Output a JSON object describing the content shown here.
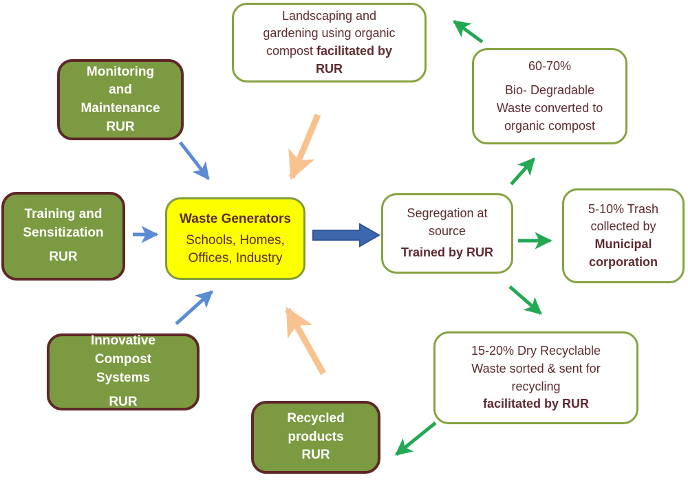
{
  "nodes": {
    "landscaping": {
      "text": "Landscaping and gardening using organic compost",
      "bold": "facilitated by RUR"
    },
    "biodegradable": {
      "line1": "60-70%",
      "line2": "Bio- Degradable Waste converted to organic compost"
    },
    "monitoring": {
      "text": "Monitoring and Maintenance",
      "rur": "RUR"
    },
    "training": {
      "text": "Training and Sensitization",
      "rur": "RUR"
    },
    "waste_generators": {
      "title": "Waste Generators",
      "subtitle": "Schools, Homes, Offices, Industry"
    },
    "segregation": {
      "text": "Segregation at source",
      "bold": "Trained by RUR"
    },
    "municipal": {
      "text": "5-10% Trash collected by",
      "bold": "Municipal corporation"
    },
    "innovative": {
      "text": "Innovative Compost Systems",
      "rur": "RUR"
    },
    "recyclable": {
      "text": "15-20% Dry Recyclable Waste sorted & sent for recycling",
      "bold": "facilitated by RUR"
    },
    "recycled": {
      "text": "Recycled products",
      "rur": "RUR"
    }
  },
  "arrows": [
    {
      "name": "monitoring-to-waste-generators",
      "color_key": "blue"
    },
    {
      "name": "training-to-waste-generators",
      "color_key": "blue"
    },
    {
      "name": "innovative-to-waste-generators",
      "color_key": "blue"
    },
    {
      "name": "landscaping-to-waste-generators",
      "color_key": "orange"
    },
    {
      "name": "recycled-to-waste-generators",
      "color_key": "orange"
    },
    {
      "name": "waste-generators-to-segregation",
      "color_key": "block_blue"
    },
    {
      "name": "segregation-to-biodegradable",
      "color_key": "green"
    },
    {
      "name": "segregation-to-municipal",
      "color_key": "green"
    },
    {
      "name": "segregation-to-recyclable",
      "color_key": "green"
    },
    {
      "name": "biodegradable-to-landscaping",
      "color_key": "green"
    },
    {
      "name": "recyclable-to-recycled",
      "color_key": "green"
    }
  ],
  "colors": {
    "blue": "#5b8bd5",
    "orange": "#f8c28e",
    "green": "#23a854",
    "block_fill": "#3e68ae",
    "block_stroke": "#2f5597",
    "olive_fill": "#7c9a41",
    "maroon_border": "#5e2728",
    "maroon_text": "#5e2b2e",
    "green_border": "#85a240",
    "yellow_fill": "#fcff00"
  }
}
